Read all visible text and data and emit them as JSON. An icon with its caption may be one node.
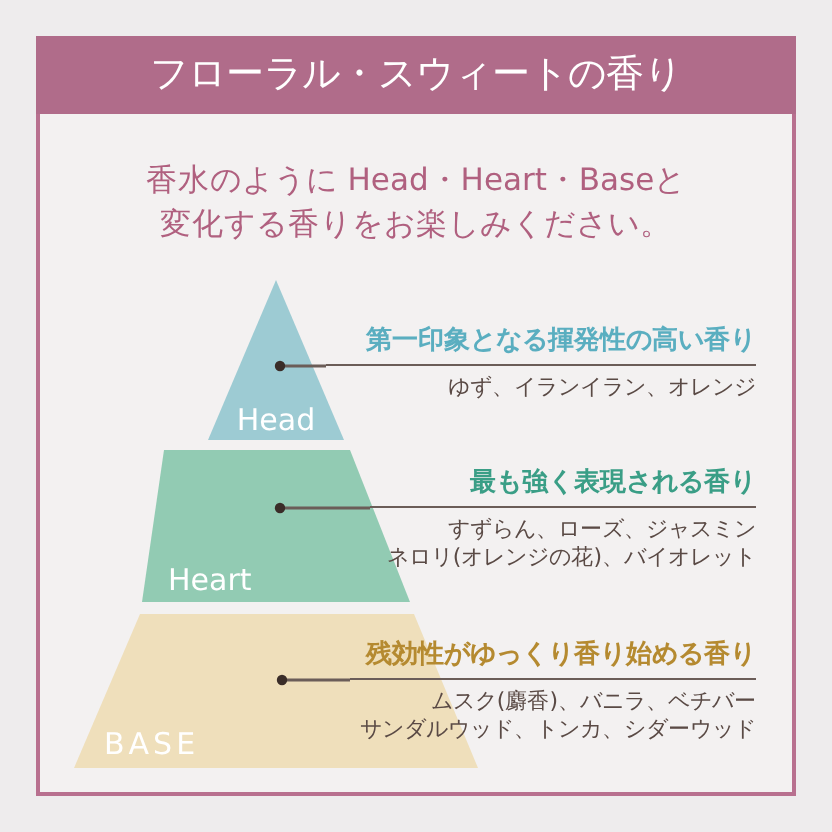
{
  "diagram": {
    "title": "フローラル・スウィートの香り",
    "nodes": [
      {
        "text": [
          "Head"
        ]
      },
      {
        "text": [
          "第一印象となる揮発性の高い香り",
          "ゆず、イランイラン、オレンジ"
        ]
      },
      {
        "text": [
          "Heart"
        ]
      },
      {
        "text": [
          "最も強く表現される香り",
          "すずらん、ローズ、ジャスミンネロリ(オレンジの花)、バイオレット"
        ]
      },
      {
        "text": [
          "BASE"
        ]
      },
      {
        "text": [
          "残効性がゆっくり香り始める香り",
          "ムスク(麝香)、バニラ、ベチバーサンダルウッド、トンカ、シダーウッド"
        ]
      }
    ],
    "edges": [
      {
        "from": 1,
        "to": 0,
        "arrow": "other"
      },
      {
        "from": 3,
        "to": 2,
        "arrow": "other"
      },
      {
        "from": 5,
        "to": 4,
        "arrow": "other"
      }
    ],
    "labels": [
      "香水のように Head・Heart・Baseと変化する香りをお楽しみください。"
    ]
  }
}
